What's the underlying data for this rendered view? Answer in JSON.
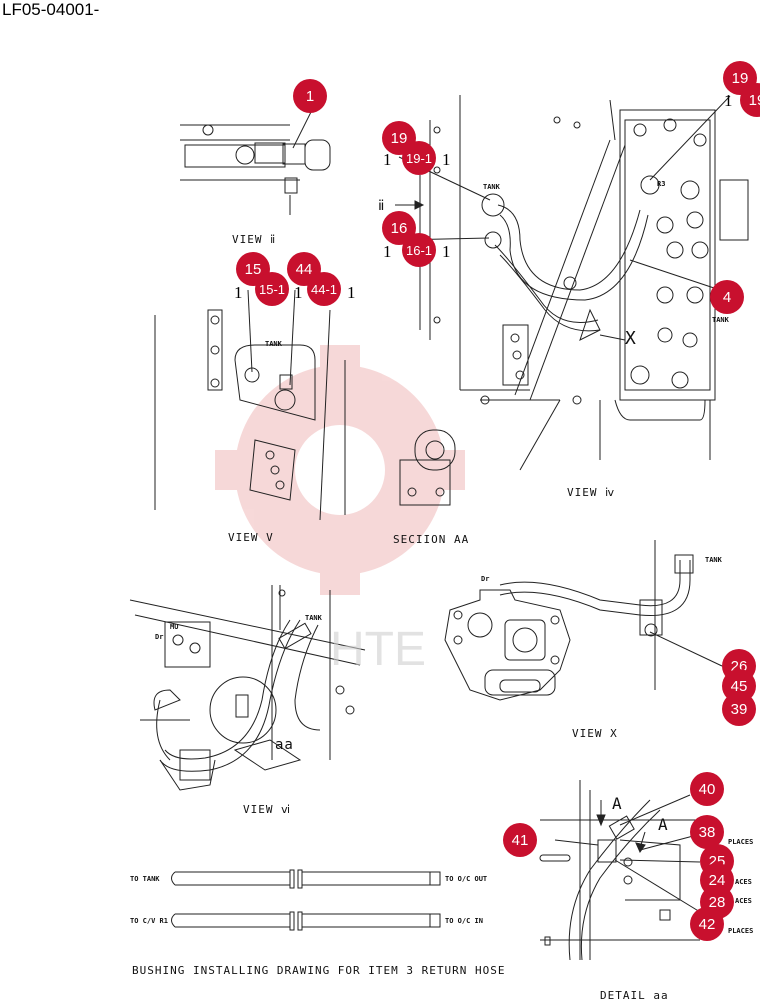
{
  "header": {
    "part_number": "LF05-04001-"
  },
  "views": {
    "view_ix": "VIEW ⅱ",
    "view_v": "VIEW V",
    "section_aa": "SECIION AA",
    "view_iv": "VIEW ⅳ",
    "view_vi": "VIEW ⅵ",
    "view_x": "VIEW X",
    "detail_aa": "DETAIL aa"
  },
  "labels": {
    "tank_top": "TANK",
    "tank_view_v": "TANK",
    "tank_view_x": "TANK",
    "tank_view_vi": "TANK",
    "tank_r3": "R3",
    "tank_r3b": "TANK",
    "ix_arrow": "ⅱ",
    "x_arrow": "X",
    "dr_x": "Dr",
    "dr_vi": "Dr",
    "mu_vi": "MU",
    "aa_vi": "aa",
    "a_left": "A",
    "a_right": "A",
    "places_1": "PLACES",
    "places_2": "ACES",
    "places_3": "ACES",
    "places_4": "PLACES",
    "to_tank": "TO TANK",
    "to_oc_out": "TO O/C OUT",
    "to_cv_r1": "TO C/V R1",
    "to_oc_in": "TO O/C IN",
    "bushing_caption": "BUSHING INSTALLING DRAWING FOR ITEM 3 RETURN HOSE"
  },
  "callouts": [
    {
      "id": "c1",
      "label": "1"
    },
    {
      "id": "c19a",
      "label": "19"
    },
    {
      "id": "c19b",
      "label": "19"
    },
    {
      "id": "c19c",
      "label": "19"
    },
    {
      "id": "c19-1",
      "label": "19-1"
    },
    {
      "id": "c16",
      "label": "16"
    },
    {
      "id": "c16-1",
      "label": "16-1"
    },
    {
      "id": "c15",
      "label": "15"
    },
    {
      "id": "c15-1",
      "label": "15-1"
    },
    {
      "id": "c44",
      "label": "44"
    },
    {
      "id": "c44-1",
      "label": "44-1"
    },
    {
      "id": "c4",
      "label": "4"
    },
    {
      "id": "c26",
      "label": "26"
    },
    {
      "id": "c45",
      "label": "45"
    },
    {
      "id": "c39",
      "label": "39"
    },
    {
      "id": "c40",
      "label": "40"
    },
    {
      "id": "c41",
      "label": "41"
    },
    {
      "id": "c38",
      "label": "38"
    },
    {
      "id": "c25",
      "label": "25"
    },
    {
      "id": "c24",
      "label": "24"
    },
    {
      "id": "c28",
      "label": "28"
    },
    {
      "id": "c42",
      "label": "42"
    }
  ],
  "qty_marks": {
    "one": "1"
  },
  "watermark": "HTE"
}
